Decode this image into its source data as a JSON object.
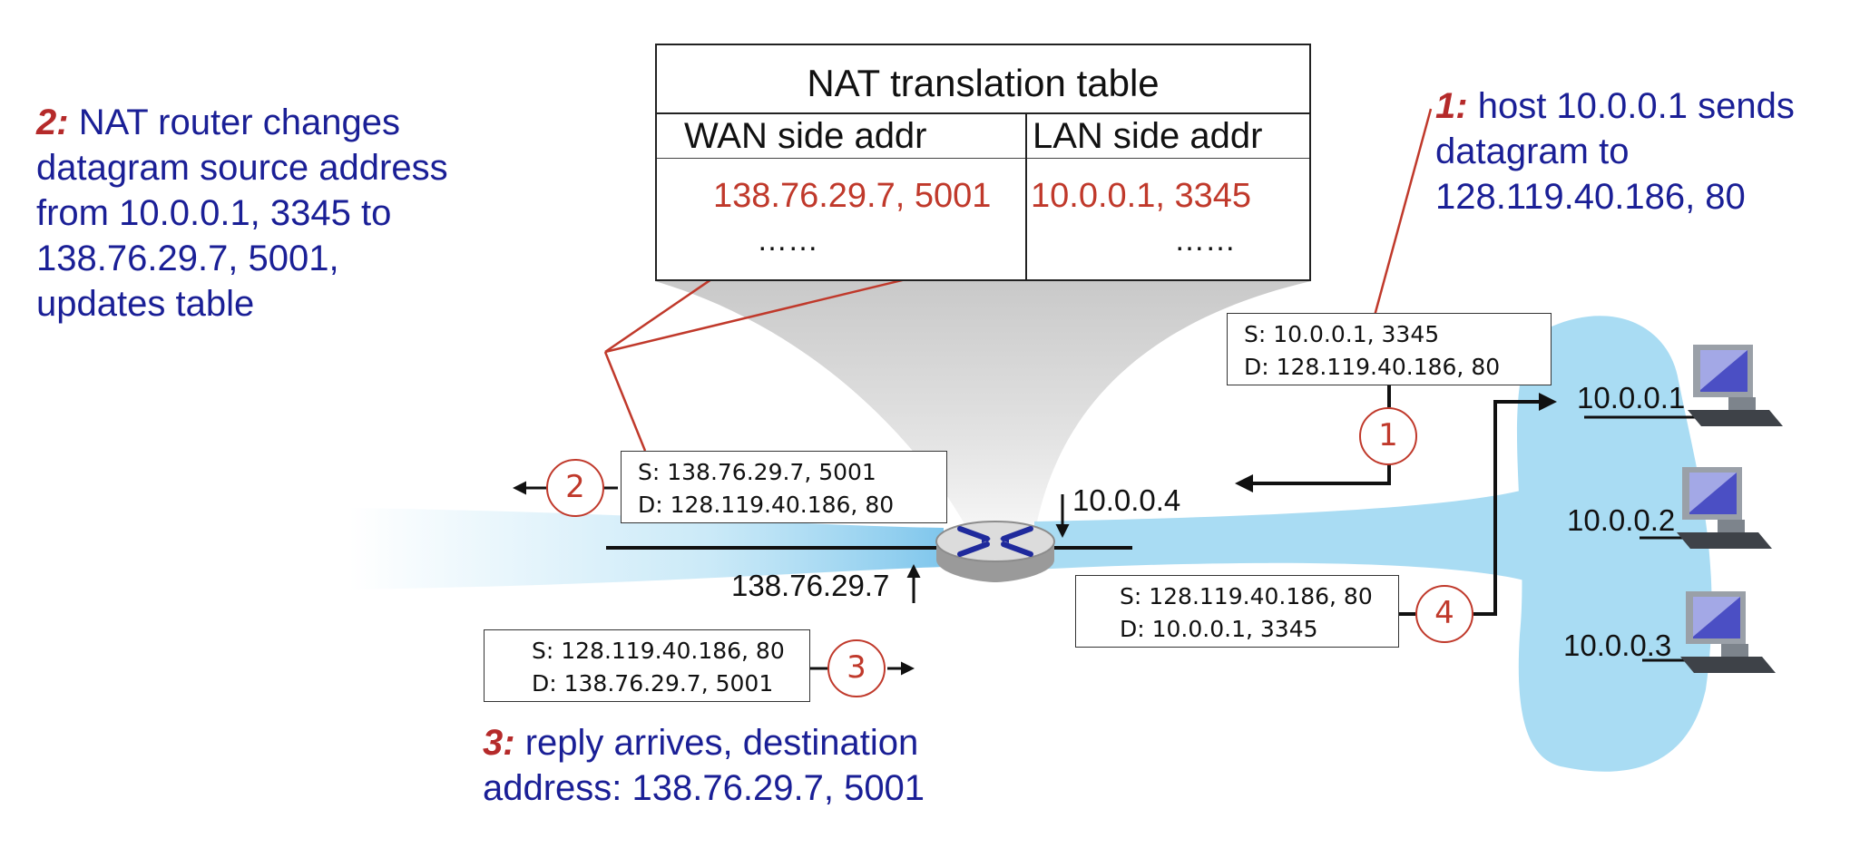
{
  "nat_table": {
    "title": "NAT translation table",
    "col_wan": "WAN side addr",
    "col_lan": "LAN side addr",
    "row_wan": "138.76.29.7, 5001",
    "row_lan": "10.0.0.1, 3345",
    "ellipsis_wan": "……",
    "ellipsis_lan": "……"
  },
  "notes": {
    "step1": {
      "num": "1:",
      "lines": [
        "host 10.0.0.1 sends",
        "datagram to",
        "128.119.40.186, 80"
      ]
    },
    "step2": {
      "num": "2:",
      "lines": [
        "NAT router changes",
        "datagram source address",
        "from 10.0.0.1, 3345 to",
        "138.76.29.7, 5001,",
        "updates table"
      ]
    },
    "step3": {
      "num": "3:",
      "lines": [
        "reply arrives, destination",
        "address: 138.76.29.7, 5001"
      ]
    }
  },
  "packets": {
    "p1": {
      "src": "S: 10.0.0.1, 3345",
      "dst": "D: 128.119.40.186, 80"
    },
    "p2": {
      "src": "S: 138.76.29.7, 5001",
      "dst": "D: 128.119.40.186, 80"
    },
    "p3": {
      "src": "S: 128.119.40.186, 80",
      "dst": "D: 138.76.29.7, 5001"
    },
    "p4": {
      "src": "S: 128.119.40.186, 80",
      "dst": "D: 10.0.0.1, 3345"
    }
  },
  "steps": [
    "1",
    "2",
    "3",
    "4"
  ],
  "addresses": {
    "router_lan": "10.0.0.4",
    "router_wan": "138.76.29.7",
    "host1": "10.0.0.1",
    "host2": "10.0.0.2",
    "host3": "10.0.0.3"
  },
  "colors": {
    "note_text": "#1a1f96",
    "step_red": "#b52a2a",
    "lan_cloud": "#a9dcf3",
    "router_blue": "#1f2a9c"
  }
}
